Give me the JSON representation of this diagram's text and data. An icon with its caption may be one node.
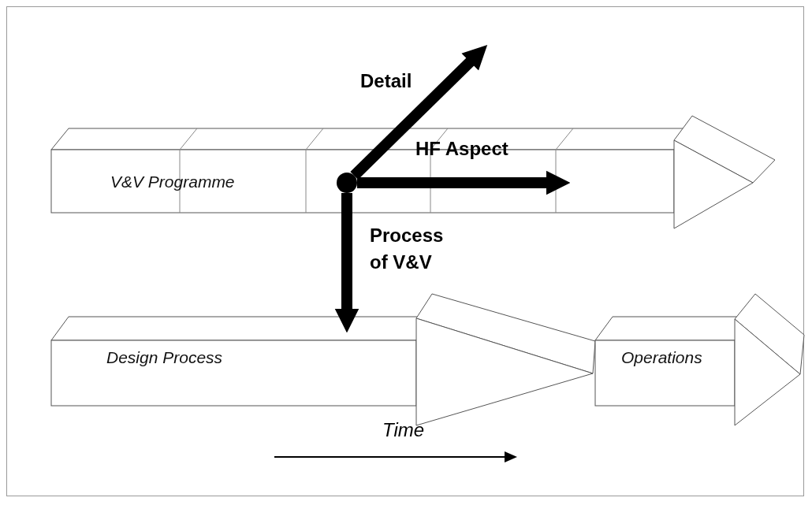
{
  "diagram": {
    "nodes": [
      {
        "text": [
          "V&V Programme"
        ]
      },
      {
        "text": [
          "Design Process"
        ]
      },
      {
        "text": [
          "Operations"
        ]
      },
      {
        "text": [],
        "shape": "circle",
        "in": 0
      }
    ],
    "edges": [
      {
        "from": 3,
        "to": null,
        "arrow": "to",
        "label": "Detail"
      },
      {
        "from": 3,
        "to": null,
        "arrow": "to",
        "label": "HF Aspect"
      },
      {
        "from": 3,
        "to": 1,
        "arrow": "to",
        "label": "Process of V&V"
      }
    ],
    "labels": [
      "Time"
    ]
  }
}
